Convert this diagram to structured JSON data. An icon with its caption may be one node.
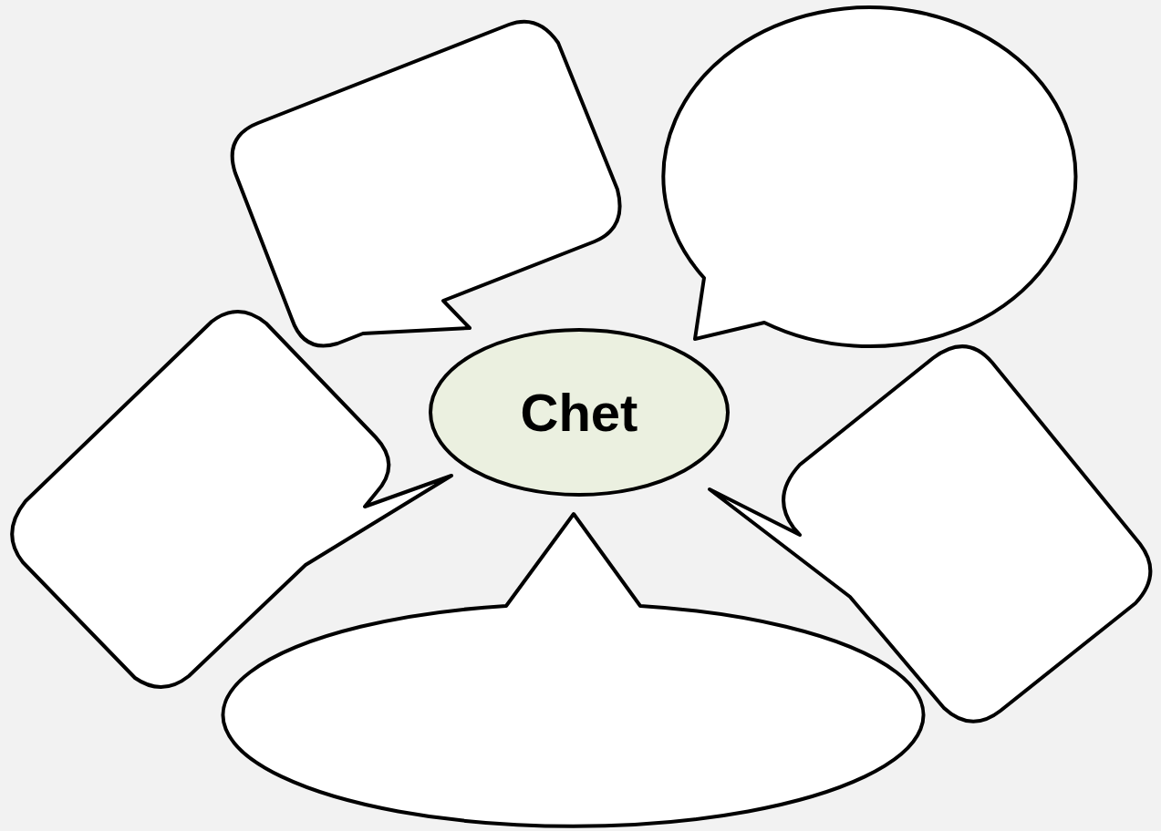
{
  "diagram": {
    "nodes": [
      {
        "text": [],
        "shape": "bubble"
      },
      {
        "text": [],
        "shape": "bubble"
      },
      {
        "text": [
          "Chet"
        ]
      },
      {
        "text": [],
        "shape": "bubble"
      },
      {
        "text": [],
        "shape": "bubble"
      },
      {
        "text": [],
        "shape": "bubble"
      }
    ]
  }
}
